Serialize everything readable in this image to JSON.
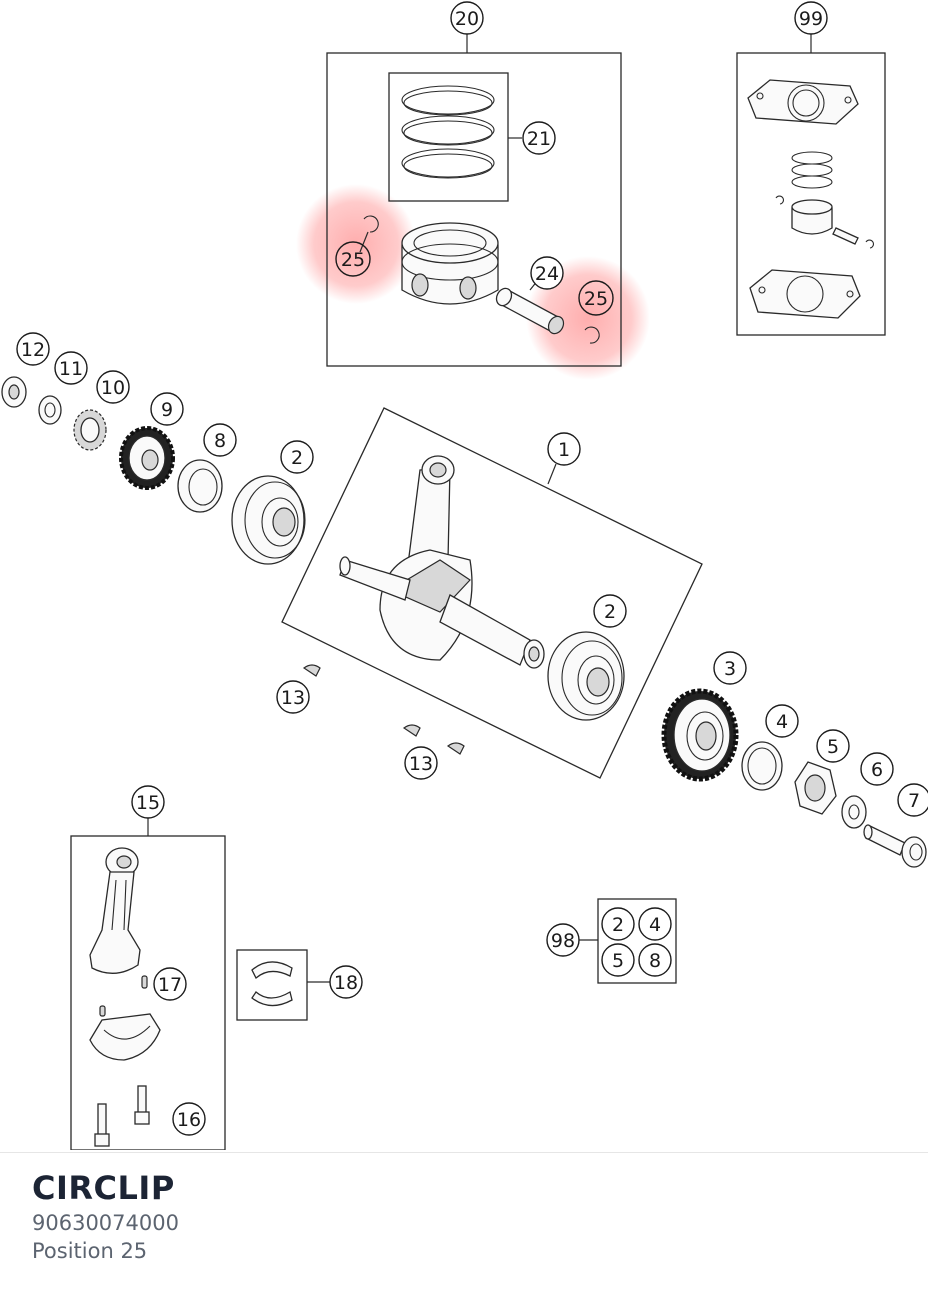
{
  "callouts": [
    {
      "key": "c20",
      "label": "20"
    },
    {
      "key": "c99",
      "label": "99"
    },
    {
      "key": "c21",
      "label": "21"
    },
    {
      "key": "c25a",
      "label": "25"
    },
    {
      "key": "c24",
      "label": "24"
    },
    {
      "key": "c25b",
      "label": "25"
    },
    {
      "key": "c12",
      "label": "12"
    },
    {
      "key": "c11",
      "label": "11"
    },
    {
      "key": "c10",
      "label": "10"
    },
    {
      "key": "c9",
      "label": "9"
    },
    {
      "key": "c8",
      "label": "8"
    },
    {
      "key": "c2a",
      "label": "2"
    },
    {
      "key": "c1",
      "label": "1"
    },
    {
      "key": "c2b",
      "label": "2"
    },
    {
      "key": "c3",
      "label": "3"
    },
    {
      "key": "c4",
      "label": "4"
    },
    {
      "key": "c5",
      "label": "5"
    },
    {
      "key": "c6",
      "label": "6"
    },
    {
      "key": "c7",
      "label": "7"
    },
    {
      "key": "c13a",
      "label": "13"
    },
    {
      "key": "c13b",
      "label": "13"
    },
    {
      "key": "c15",
      "label": "15"
    },
    {
      "key": "c17",
      "label": "17"
    },
    {
      "key": "c18",
      "label": "18"
    },
    {
      "key": "c16",
      "label": "16"
    },
    {
      "key": "c98",
      "label": "98"
    },
    {
      "key": "k2",
      "label": "2"
    },
    {
      "key": "k4",
      "label": "4"
    },
    {
      "key": "k5",
      "label": "5"
    },
    {
      "key": "k8",
      "label": "8"
    }
  ],
  "highlight": {
    "position": "25",
    "color": "#ff6b6b"
  },
  "selected_part": {
    "name": "CIRCLIP",
    "number": "90630074000",
    "position_text": "Position 25"
  }
}
